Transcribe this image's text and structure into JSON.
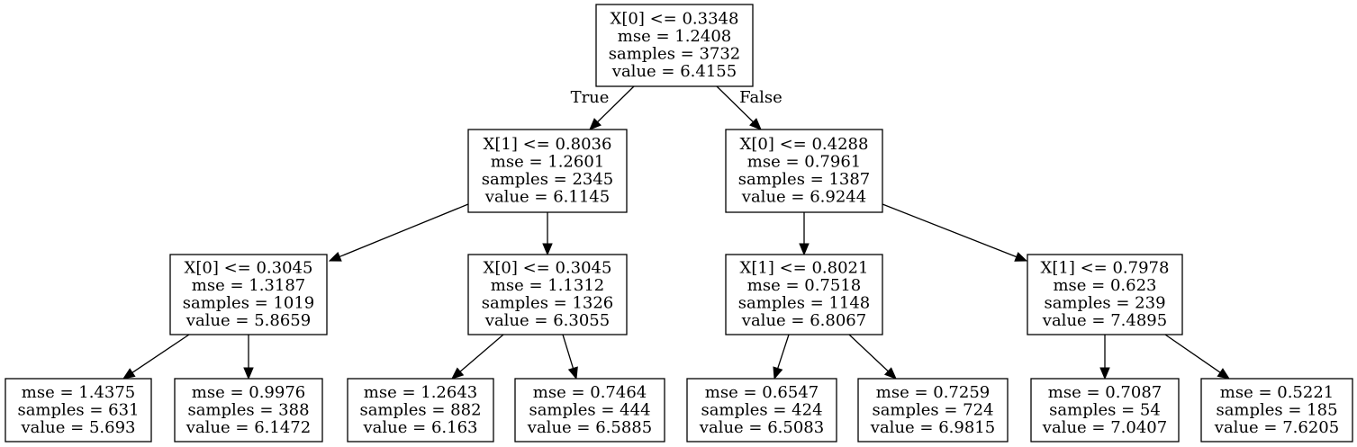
{
  "tree": {
    "nodes": [
      {
        "id": "n0",
        "lines": [
          "X[0] <= 0.3348",
          "mse = 1.2408",
          "samples = 3732",
          "value = 6.4155"
        ]
      },
      {
        "id": "n1",
        "lines": [
          "X[1] <= 0.8036",
          "mse = 1.2601",
          "samples = 2345",
          "value = 6.1145"
        ]
      },
      {
        "id": "n2",
        "lines": [
          "X[0] <= 0.4288",
          "mse = 0.7961",
          "samples = 1387",
          "value = 6.9244"
        ]
      },
      {
        "id": "n3",
        "lines": [
          "X[0] <= 0.3045",
          "mse = 1.3187",
          "samples = 1019",
          "value = 5.8659"
        ]
      },
      {
        "id": "n4",
        "lines": [
          "X[0] <= 0.3045",
          "mse = 1.1312",
          "samples = 1326",
          "value = 6.3055"
        ]
      },
      {
        "id": "n5",
        "lines": [
          "X[1] <= 0.8021",
          "mse = 0.7518",
          "samples = 1148",
          "value = 6.8067"
        ]
      },
      {
        "id": "n6",
        "lines": [
          "X[1] <= 0.7978",
          "mse = 0.623",
          "samples = 239",
          "value = 7.4895"
        ]
      },
      {
        "id": "n7",
        "lines": [
          "mse = 1.4375",
          "samples = 631",
          "value = 5.693"
        ]
      },
      {
        "id": "n8",
        "lines": [
          "mse = 0.9976",
          "samples = 388",
          "value = 6.1472"
        ]
      },
      {
        "id": "n9",
        "lines": [
          "mse = 1.2643",
          "samples = 882",
          "value = 6.163"
        ]
      },
      {
        "id": "n10",
        "lines": [
          "mse = 0.7464",
          "samples = 444",
          "value = 6.5885"
        ]
      },
      {
        "id": "n11",
        "lines": [
          "mse = 0.6547",
          "samples = 424",
          "value = 6.5083"
        ]
      },
      {
        "id": "n12",
        "lines": [
          "mse = 0.7259",
          "samples = 724",
          "value = 6.9815"
        ]
      },
      {
        "id": "n13",
        "lines": [
          "mse = 0.7087",
          "samples = 54",
          "value = 7.0407"
        ]
      },
      {
        "id": "n14",
        "lines": [
          "mse = 0.5221",
          "samples = 185",
          "value = 7.6205"
        ]
      }
    ],
    "edges": [
      {
        "from": "n0",
        "to": "n1",
        "label": "True"
      },
      {
        "from": "n0",
        "to": "n2",
        "label": "False"
      },
      {
        "from": "n1",
        "to": "n3",
        "label": ""
      },
      {
        "from": "n1",
        "to": "n4",
        "label": ""
      },
      {
        "from": "n2",
        "to": "n5",
        "label": ""
      },
      {
        "from": "n2",
        "to": "n6",
        "label": ""
      },
      {
        "from": "n3",
        "to": "n7",
        "label": ""
      },
      {
        "from": "n3",
        "to": "n8",
        "label": ""
      },
      {
        "from": "n4",
        "to": "n9",
        "label": ""
      },
      {
        "from": "n4",
        "to": "n10",
        "label": ""
      },
      {
        "from": "n5",
        "to": "n11",
        "label": ""
      },
      {
        "from": "n5",
        "to": "n12",
        "label": ""
      },
      {
        "from": "n6",
        "to": "n13",
        "label": ""
      },
      {
        "from": "n6",
        "to": "n14",
        "label": ""
      }
    ]
  }
}
